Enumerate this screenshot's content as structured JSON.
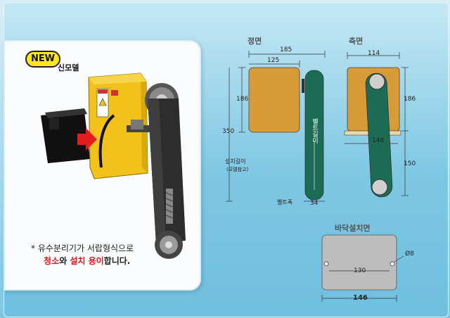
{
  "badge": {
    "new": "NEW",
    "model": "신모델"
  },
  "note": {
    "line1": "* 유수분리기가 서랍형식으로",
    "highlight1": "청소",
    "mid": "와 ",
    "highlight2": "설치 용이",
    "tail": "합니다."
  },
  "machine": {
    "warning_text": "주의",
    "accent": "#f2c21a",
    "belt": "#2d2d2d",
    "arrow": "#e01e1e"
  },
  "front_view": {
    "title": "정면",
    "dims": {
      "total_width": "185",
      "body_width": "125",
      "body_height": "186",
      "total_height": "350",
      "belt_width": "34"
    },
    "labels": {
      "install_length": "설치길이",
      "install_ref": "(모델참고)",
      "belt_length": "벨트길이",
      "belt_width_label": "벨트폭"
    }
  },
  "side_view": {
    "title": "측면",
    "dims": {
      "top_width": "114",
      "body_height": "186",
      "base_width": "146",
      "lower_height": "150"
    }
  },
  "floor_view": {
    "title": "바닥설치면",
    "hole_spacing": "130",
    "hole_dia": "Ø8",
    "plate_width": "146"
  },
  "colors": {
    "body": "#d79b37",
    "belt_green": "#1c6b55",
    "plate": "#bdbdbd"
  }
}
